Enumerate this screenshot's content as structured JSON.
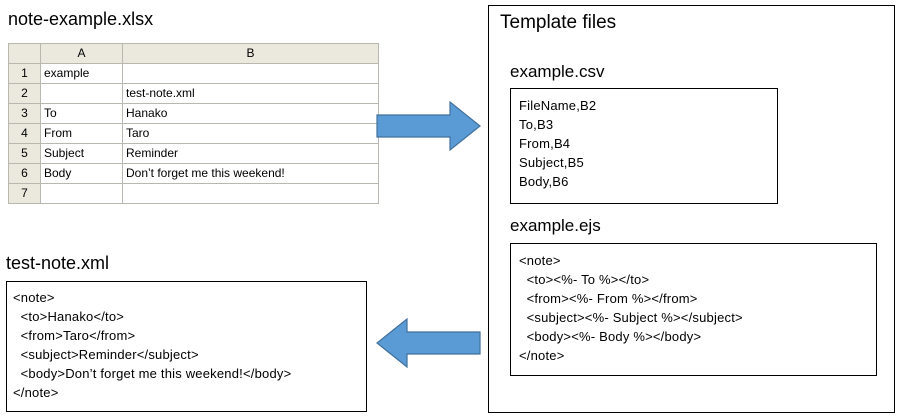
{
  "left": {
    "xlsx_title": "note-example.xlsx",
    "spreadsheet": {
      "corner_label": "",
      "column_headers": [
        "A",
        "B"
      ],
      "rows": [
        {
          "num": "1",
          "a": "example",
          "b": ""
        },
        {
          "num": "2",
          "a": "",
          "b": "test-note.xml"
        },
        {
          "num": "3",
          "a": "To",
          "b": "Hanako"
        },
        {
          "num": "4",
          "a": "From",
          "b": "Taro"
        },
        {
          "num": "5",
          "a": "Subject",
          "b": "Reminder"
        },
        {
          "num": "6",
          "a": "Body",
          "b": "Don’t forget me this weekend!"
        },
        {
          "num": "7",
          "a": "",
          "b": ""
        }
      ]
    },
    "xml_title": "test-note.xml",
    "xml_code": "<note>\n  <to>Hanako</to>\n  <from>Taro</from>\n  <subject>Reminder</subject>\n  <body>Don’t forget me this weekend!</body>\n</note>"
  },
  "arrows": {
    "right_arrow": "arrow-right",
    "left_arrow": "arrow-left",
    "fill": "#5b9bd5",
    "stroke": "#41719c"
  },
  "right": {
    "panel_title": "Template files",
    "csv_title": "example.csv",
    "csv_code": "FileName,B2\nTo,B3\nFrom,B4\nSubject,B5\nBody,B6",
    "ejs_title": "example.ejs",
    "ejs_code": "<note>\n  <to><%- To %></to>\n  <from><%- From %></from>\n  <subject><%- Subject %></subject>\n  <body><%- Body %></body>\n</note>"
  }
}
